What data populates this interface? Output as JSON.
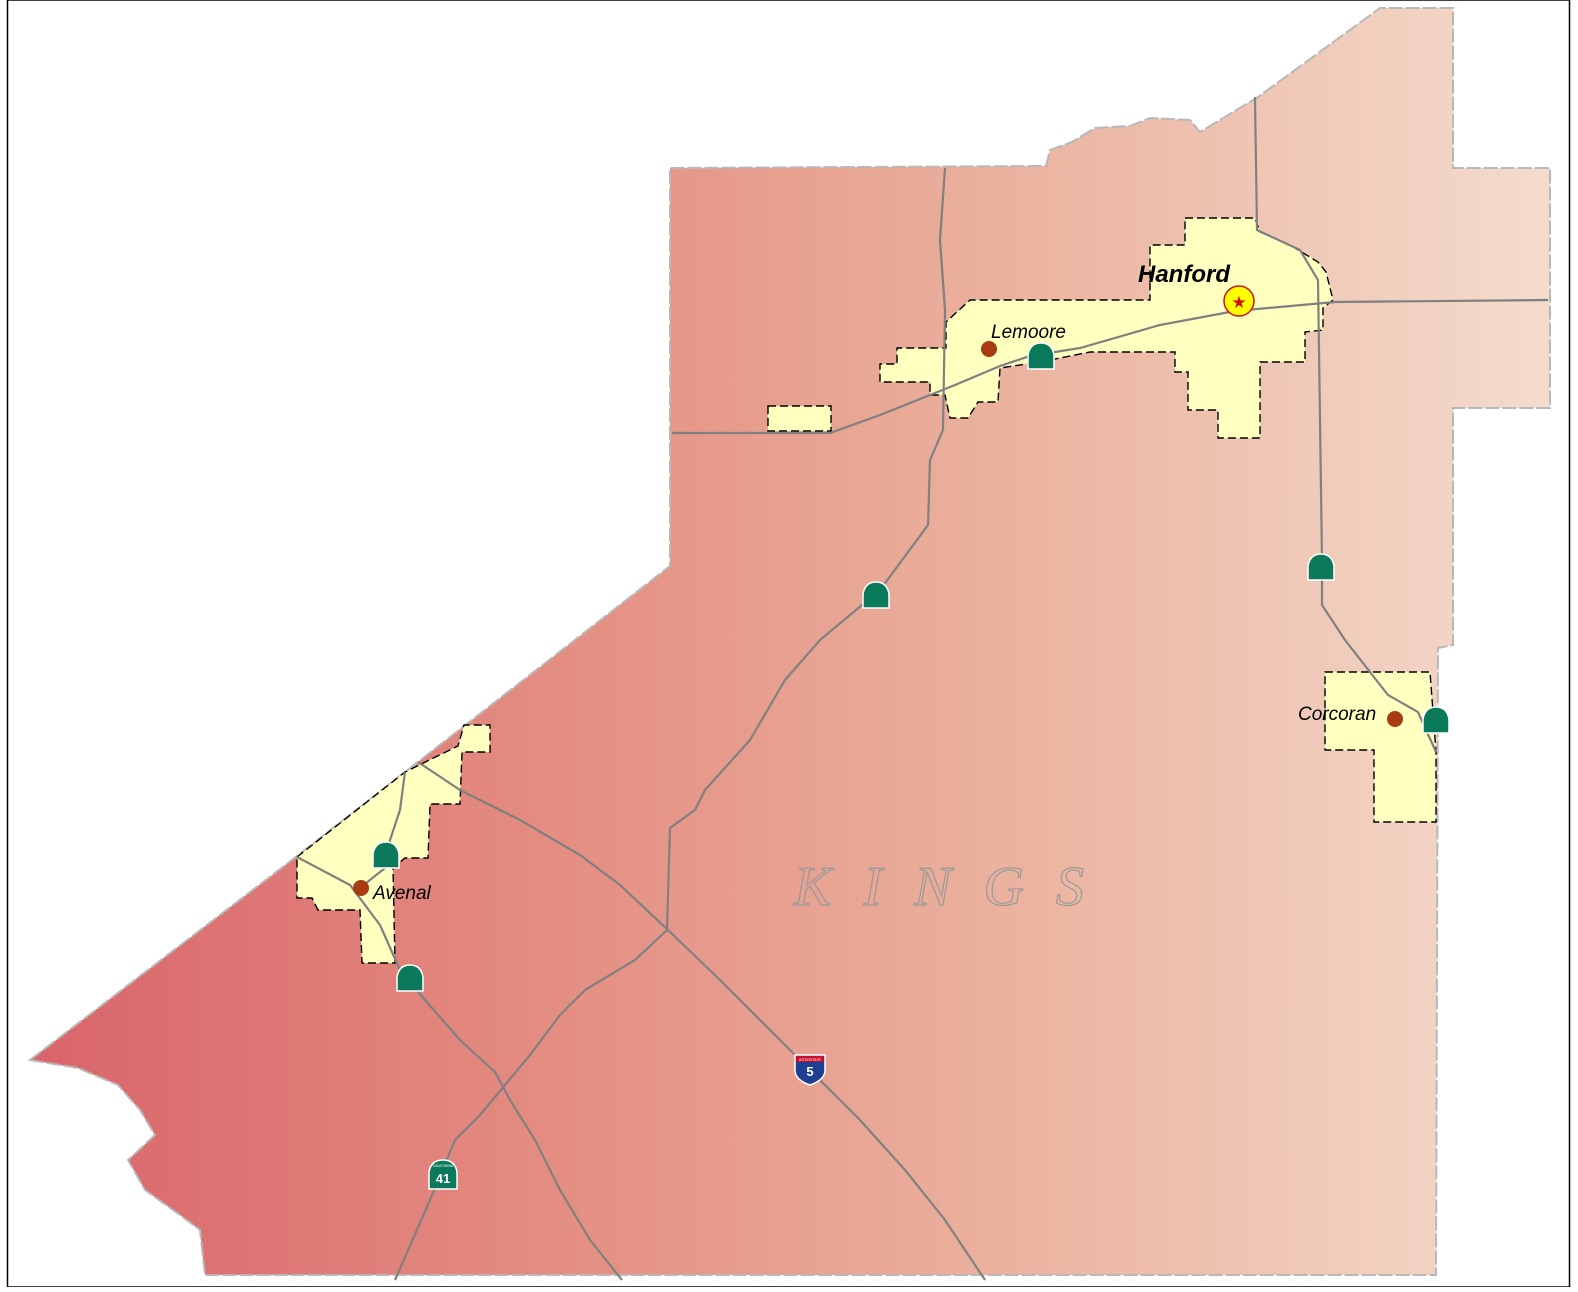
{
  "county": {
    "name": "KINGS",
    "colors": {
      "west": "#d9646a",
      "east": "#f4dccd",
      "city_fill": "#ffffc0",
      "road": "#808080",
      "boundary": "#b8b8b8"
    }
  },
  "cities": [
    {
      "name": "Hanford",
      "type": "county-seat"
    },
    {
      "name": "Lemoore",
      "type": "city"
    },
    {
      "name": "Corcoran",
      "type": "city"
    },
    {
      "name": "Avenal",
      "type": "city"
    }
  ],
  "shields": {
    "interstate": {
      "number": "5",
      "header": "INTERSTATE",
      "color": "#1f3f91",
      "accent": "#c8102e"
    },
    "state_routes": [
      {
        "number": "41",
        "header": "CALIFORNIA",
        "color": "#0b7a5a"
      }
    ],
    "unlabeled_state_route_color": "#0b7a5a"
  }
}
